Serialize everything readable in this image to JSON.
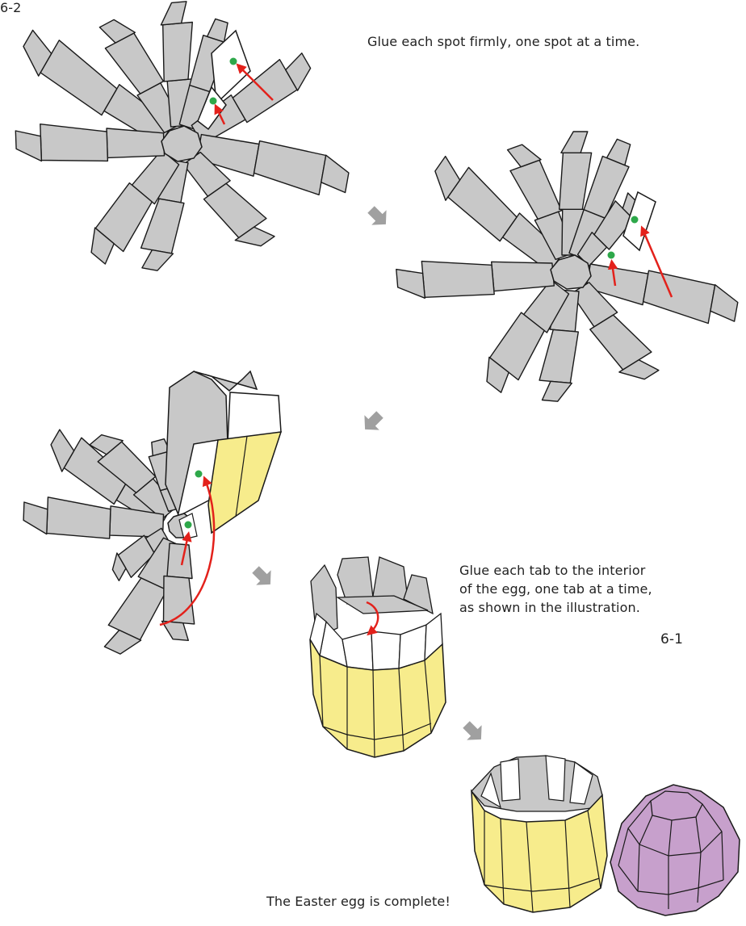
{
  "labels": {
    "top_left": "6-2",
    "bottom_right": "6-1"
  },
  "instructions": {
    "step1": "Glue each spot firmly, one spot at a time.",
    "step2_lines": [
      "Glue each tab to the interior",
      "of the egg, one tab at a time,",
      "as shown in the illustration."
    ],
    "final": "The Easter egg is complete!"
  },
  "colors": {
    "panel_fill": "#c8c8c8",
    "panel_stroke": "#1a1a1a",
    "interior": "#ffffff",
    "yellow": "#f7ec8c",
    "purple": "#c7a0cc",
    "glue_spot": "#2ea84a",
    "arrow_red": "#e3211b",
    "step_arrow": "#a0a0a0"
  }
}
